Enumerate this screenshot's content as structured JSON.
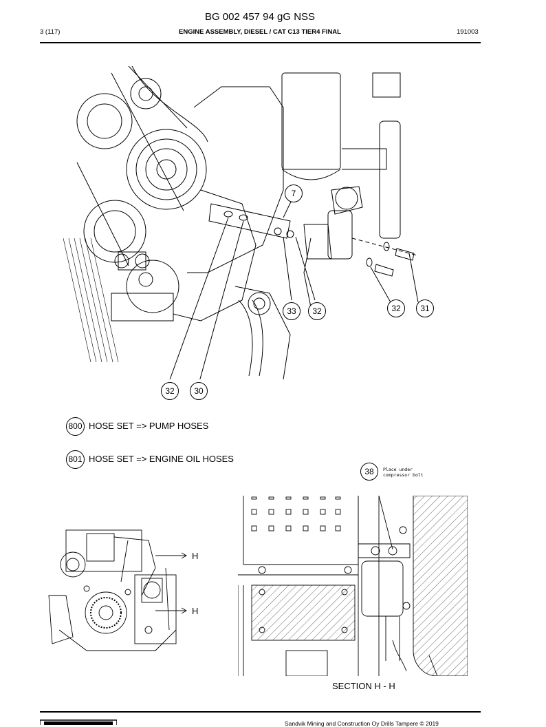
{
  "header": {
    "doc_number": "BG 002 457 94 gG NSS",
    "page": "3 (117)",
    "title": "ENGINE ASSEMBLY, DIESEL / CAT C13 TIER4 FINAL",
    "revision": "191003"
  },
  "callouts_main": [
    "7",
    "33",
    "32",
    "32",
    "31",
    "32",
    "30"
  ],
  "hose_sets": [
    {
      "ref": "800",
      "text": "HOSE SET => PUMP HOSES"
    },
    {
      "ref": "801",
      "text": "HOSE SET => ENGINE OIL HOSES"
    }
  ],
  "section_detail": {
    "callout": "38",
    "note": "Place under\ncompressor bolt",
    "label": "SECTION H - H"
  },
  "overview": {
    "section_marker": "H"
  },
  "footer": {
    "text": "Sandvik Mining and Construction Oy Drills Tampere © 2019"
  }
}
